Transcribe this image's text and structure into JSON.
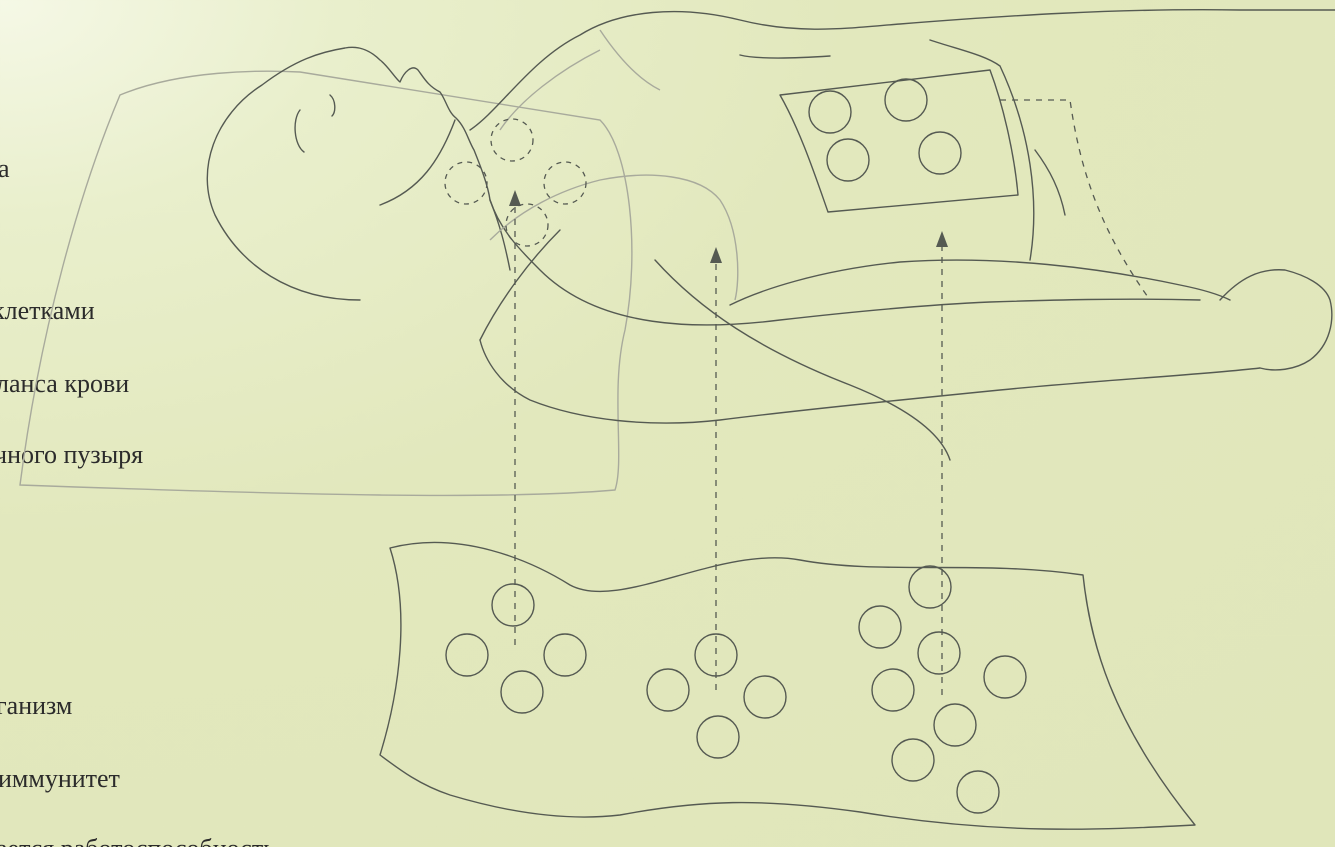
{
  "benefits": {
    "line1": "а",
    "line2": "клетками",
    "line3": "ланса крови",
    "line4": "чного пузыря",
    "line5": "ганизм",
    "line6": "иммунитет",
    "line7": "ается работоспособность"
  },
  "colors": {
    "background": "#e2e8bd",
    "line": "#555a52",
    "pillow": "#a8aa9c"
  }
}
